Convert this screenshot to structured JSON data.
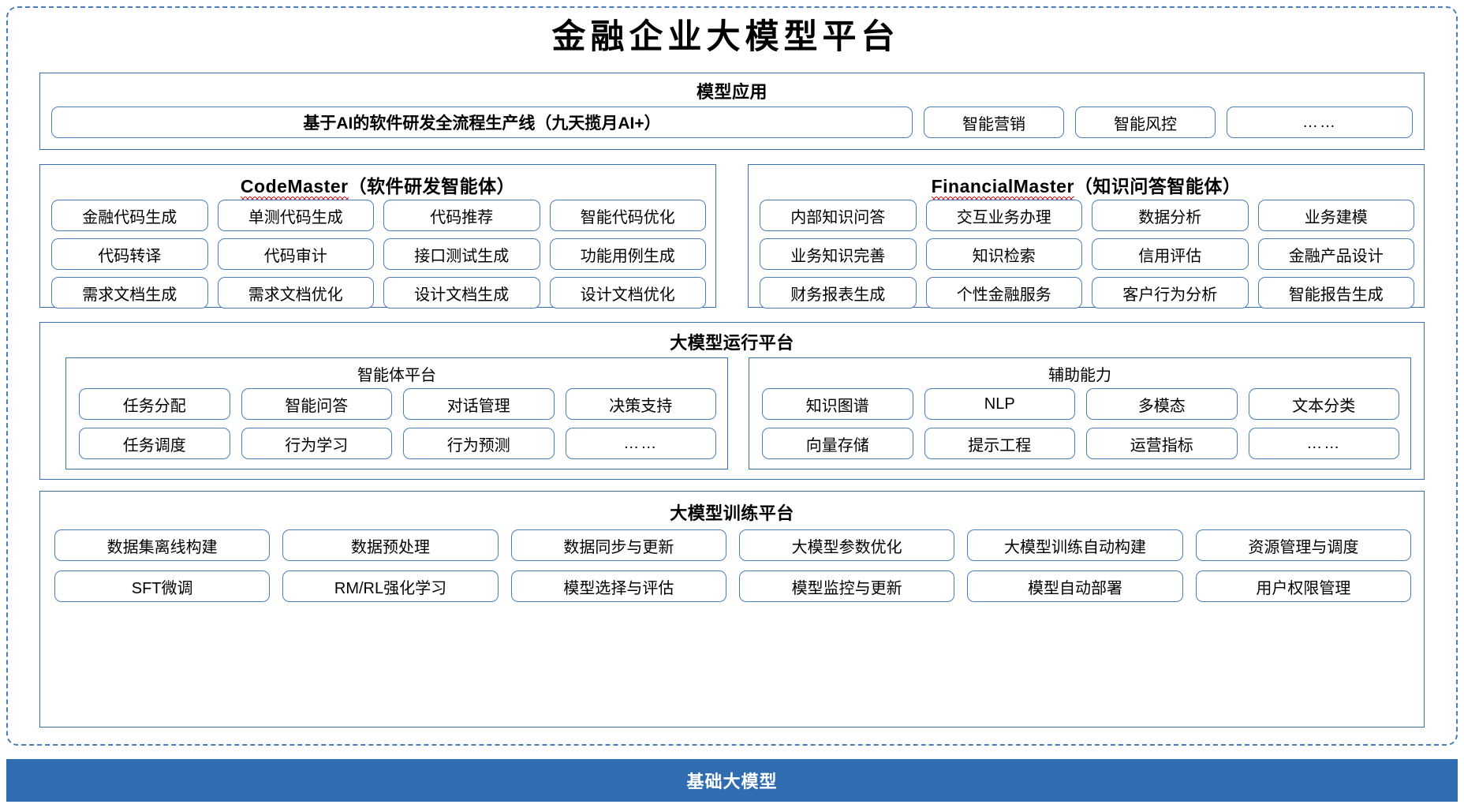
{
  "page": {
    "title": "金融企业大模型平台",
    "accent_color": "#4a7ebb",
    "base_bar_color": "#2f6cb0",
    "spellcheck_color": "#e8232a"
  },
  "model_application": {
    "title": "模型应用",
    "items": [
      "基于AI的软件研发全流程生产线（九天揽月AI+）",
      "智能营销",
      "智能风控",
      "……"
    ]
  },
  "code_master": {
    "name": "CodeMaster",
    "suffix": "（软件研发智能体）",
    "items": [
      "金融代码生成",
      "单测代码生成",
      "代码推荐",
      "智能代码优化",
      "代码转译",
      "代码审计",
      "接口测试生成",
      "功能用例生成",
      "需求文档生成",
      "需求文档优化",
      "设计文档生成",
      "设计文档优化"
    ]
  },
  "financial_master": {
    "name": "FinancialMaster",
    "suffix": "（知识问答智能体）",
    "items": [
      "内部知识问答",
      "交互业务办理",
      "数据分析",
      "业务建模",
      "业务知识完善",
      "知识检索",
      "信用评估",
      "金融产品设计",
      "财务报表生成",
      "个性金融服务",
      "客户行为分析",
      "智能报告生成"
    ]
  },
  "run_platform": {
    "title": "大模型运行平台",
    "agent_platform": {
      "title": "智能体平台",
      "items": [
        "任务分配",
        "智能问答",
        "对话管理",
        "决策支持",
        "任务调度",
        "行为学习",
        "行为预测",
        "……"
      ]
    },
    "aux_capability": {
      "title": "辅助能力",
      "items": [
        "知识图谱",
        "NLP",
        "多模态",
        "文本分类",
        "向量存储",
        "提示工程",
        "运营指标",
        "……"
      ]
    }
  },
  "train_platform": {
    "title": "大模型训练平台",
    "items": [
      "数据集离线构建",
      "数据预处理",
      "数据同步与更新",
      "大模型参数优化",
      "大模型训练自动构建",
      "资源管理与调度",
      "SFT微调",
      "RM/RL强化学习",
      "模型选择与评估",
      "模型监控与更新",
      "模型自动部署",
      "用户权限管理"
    ]
  },
  "base_model": {
    "label": "基础大模型"
  }
}
